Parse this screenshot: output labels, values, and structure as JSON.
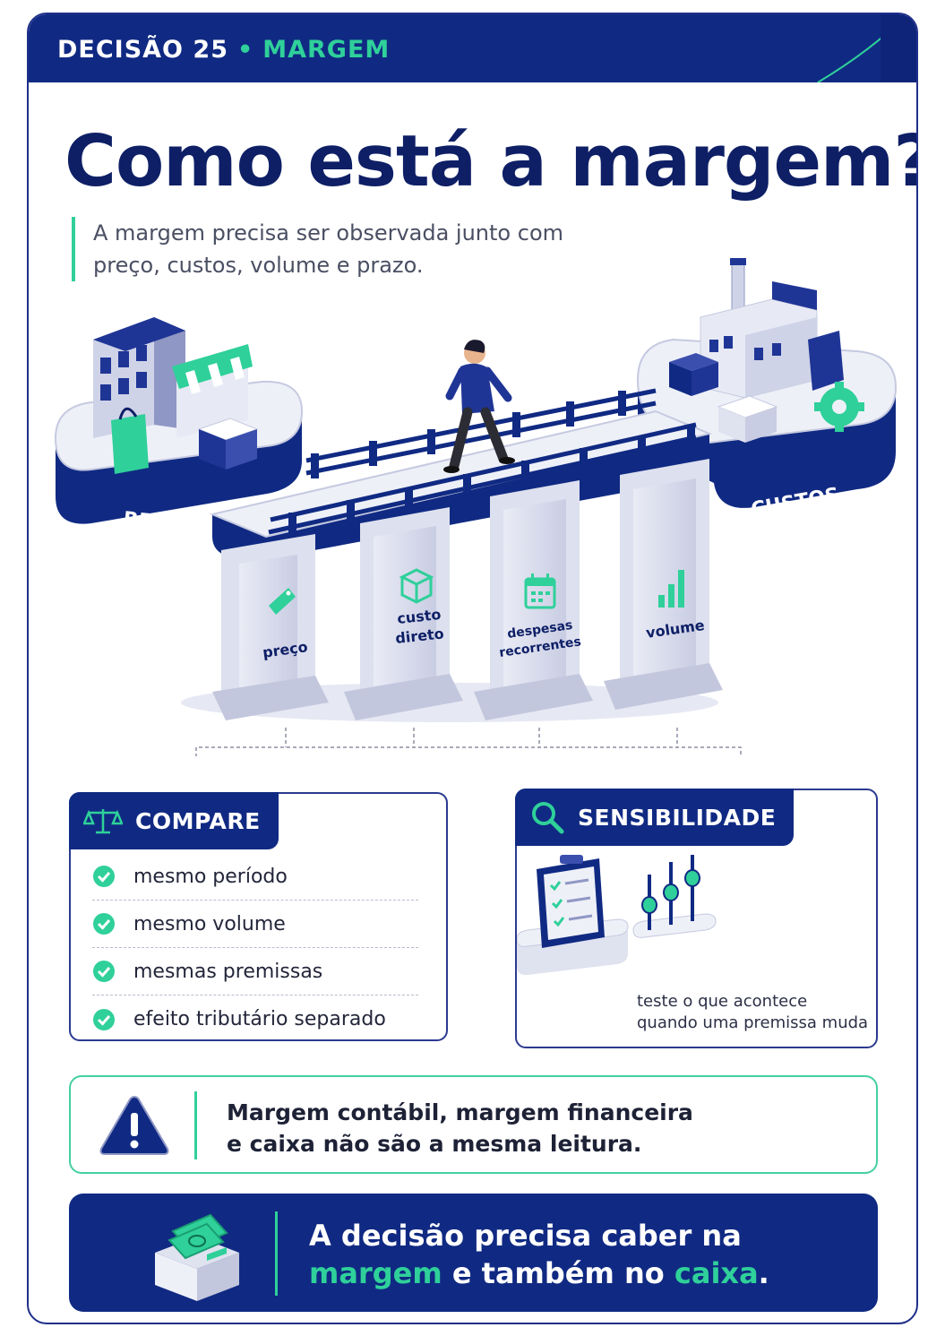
{
  "header": {
    "decision": "DECISÃO 25",
    "separator": "•",
    "topic": "MARGEM"
  },
  "title": "Como está a margem?",
  "subtitle": "A margem precisa ser observada junto com preço, custos, volume e prazo.",
  "bridge": {
    "left_platform": "RECEITA",
    "right_platform": "CUSTOS",
    "pillars": [
      {
        "label": "preço",
        "icon": "price-tag-icon"
      },
      {
        "label_line1": "custo",
        "label_line2": "direto",
        "icon": "box-icon"
      },
      {
        "label_line1": "despesas",
        "label_line2": "recorrentes",
        "icon": "calendar-icon"
      },
      {
        "label": "volume",
        "icon": "bar-chart-icon"
      }
    ]
  },
  "compare": {
    "title": "COMPARE",
    "icon": "scale-icon",
    "items": [
      "mesmo período",
      "mesmo volume",
      "mesmas premissas",
      "efeito tributário separado"
    ]
  },
  "sensitivity": {
    "title": "SENSIBILIDADE",
    "icon": "search-icon",
    "caption_line1": "teste o que acontece",
    "caption_line2": "quando uma premissa muda"
  },
  "warning": {
    "icon": "warning-icon",
    "line1": "Margem contábil, margem financeira",
    "line2": "e caixa não são a mesma leitura."
  },
  "banner": {
    "line1": "A decisão precisa caber na",
    "highlight1": "margem",
    "middle": " e também no ",
    "highlight2": "caixa",
    "end": "."
  },
  "colors": {
    "navy": "#102a83",
    "green": "#2fd09a",
    "text": "#0e1f66"
  }
}
